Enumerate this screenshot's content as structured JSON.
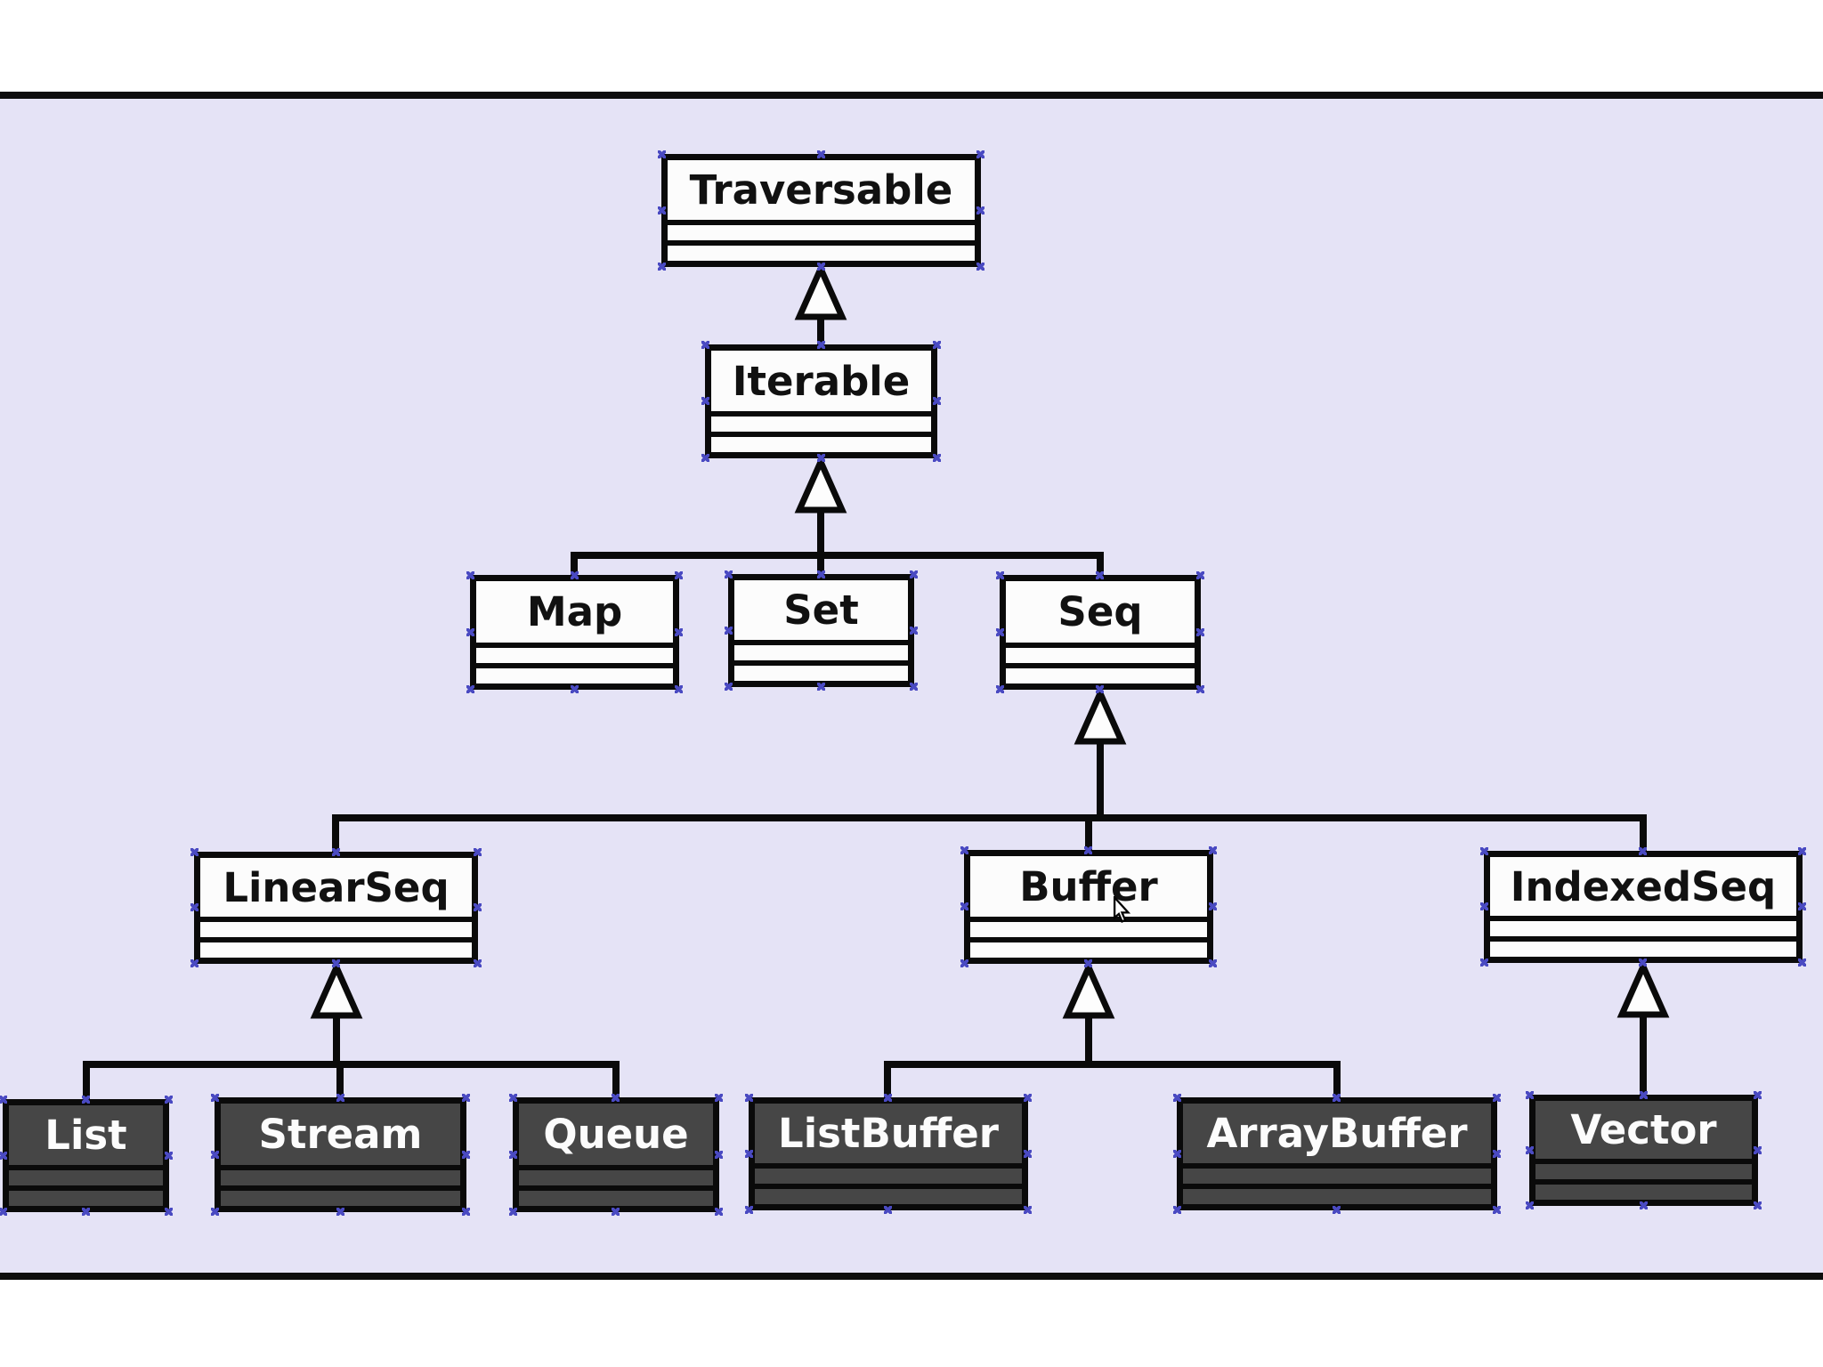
{
  "diagram_type": "uml-class-hierarchy",
  "colors": {
    "canvas_background": "#e5e3f6",
    "page_background": "#ffffff",
    "line": "#0a0a0a",
    "class_fill_light": "#fcfcfc",
    "class_fill_dark": "#464646",
    "class_text_light_box": "#111111",
    "class_text_dark_box": "#fcfcfc",
    "selection_handle": "#4a4ac2"
  },
  "nodes": {
    "traversable": {
      "label": "Traversable",
      "style": "light"
    },
    "iterable": {
      "label": "Iterable",
      "style": "light"
    },
    "map": {
      "label": "Map",
      "style": "light"
    },
    "set": {
      "label": "Set",
      "style": "light"
    },
    "seq": {
      "label": "Seq",
      "style": "light"
    },
    "linearseq": {
      "label": "LinearSeq",
      "style": "light"
    },
    "buffer": {
      "label": "Buffer",
      "style": "light"
    },
    "indexedseq": {
      "label": "IndexedSeq",
      "style": "light"
    },
    "list": {
      "label": "List",
      "style": "dark"
    },
    "stream": {
      "label": "Stream",
      "style": "dark"
    },
    "queue": {
      "label": "Queue",
      "style": "dark"
    },
    "listbuffer": {
      "label": "ListBuffer",
      "style": "dark"
    },
    "arraybuffer": {
      "label": "ArrayBuffer",
      "style": "dark"
    },
    "vector": {
      "label": "Vector",
      "style": "dark"
    }
  },
  "edges": [
    {
      "from": "Iterable",
      "to": "Traversable",
      "type": "generalization"
    },
    {
      "from": "Map",
      "to": "Iterable",
      "type": "generalization"
    },
    {
      "from": "Set",
      "to": "Iterable",
      "type": "generalization"
    },
    {
      "from": "Seq",
      "to": "Iterable",
      "type": "generalization"
    },
    {
      "from": "LinearSeq",
      "to": "Seq",
      "type": "generalization"
    },
    {
      "from": "Buffer",
      "to": "Seq",
      "type": "generalization"
    },
    {
      "from": "IndexedSeq",
      "to": "Seq",
      "type": "generalization"
    },
    {
      "from": "List",
      "to": "LinearSeq",
      "type": "generalization"
    },
    {
      "from": "Stream",
      "to": "LinearSeq",
      "type": "generalization"
    },
    {
      "from": "Queue",
      "to": "LinearSeq",
      "type": "generalization"
    },
    {
      "from": "ListBuffer",
      "to": "Buffer",
      "type": "generalization"
    },
    {
      "from": "ArrayBuffer",
      "to": "Buffer",
      "type": "generalization"
    },
    {
      "from": "Vector",
      "to": "IndexedSeq",
      "type": "generalization"
    }
  ]
}
